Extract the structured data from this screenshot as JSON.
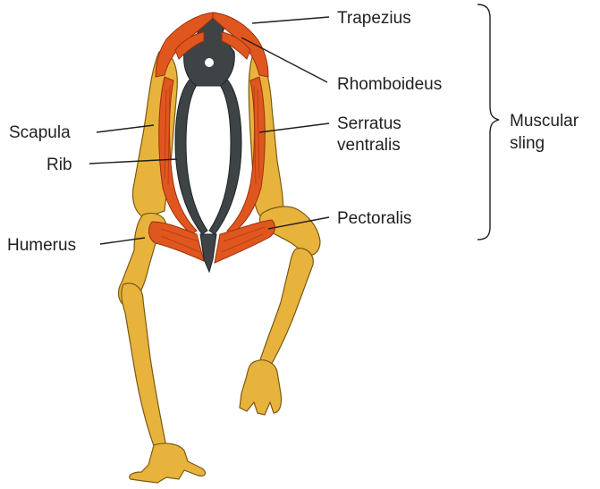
{
  "labels": {
    "trapezius": "Trapezius",
    "rhomboideus": "Rhomboideus",
    "serratus_line1": "Serratus",
    "serratus_line2": "ventralis",
    "pectoralis": "Pectoralis",
    "scapula": "Scapula",
    "rib": "Rib",
    "humerus": "Humerus",
    "muscular_line1": "Muscular",
    "muscular_line2": "sling"
  },
  "colors": {
    "bone": "#e8b33c",
    "muscle": "#e0561f",
    "rib": "#3e4446",
    "text": "#231f20"
  }
}
